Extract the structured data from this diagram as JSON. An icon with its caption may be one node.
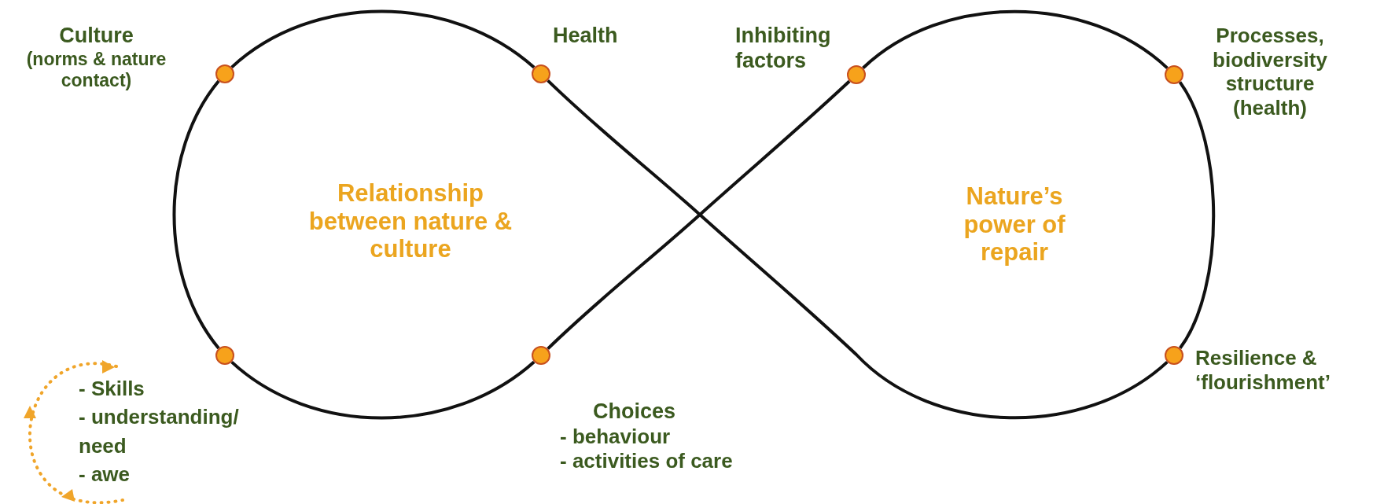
{
  "diagram": {
    "nodes": [
      {
        "text": [],
        "shape": "circle",
        "beside": [
          "Culture",
          "(norms & nature contact)"
        ]
      },
      {
        "text": [],
        "shape": "circle",
        "beside": [
          "Health"
        ]
      },
      {
        "text": [],
        "shape": "circle",
        "beside": [
          "Inhibiting factors"
        ]
      },
      {
        "text": [],
        "shape": "circle",
        "beside": [
          "Processes, biodiversity structure (health)"
        ]
      },
      {
        "text": [],
        "shape": "circle",
        "beside": [
          "- Skills",
          "- understanding/ need",
          "- awe"
        ]
      },
      {
        "text": [],
        "shape": "circle",
        "beside": [
          "Choices",
          "- behaviour",
          "- activities of care"
        ]
      },
      {
        "text": [],
        "shape": "circle",
        "beside": [
          "Resilience & ‘flourishment’"
        ]
      }
    ],
    "edges": [
      {
        "from": 0,
        "to": 1,
        "arrow": "none"
      },
      {
        "from": 1,
        "to": 6,
        "arrow": "none"
      },
      {
        "from": 6,
        "to": 3,
        "arrow": "none"
      },
      {
        "from": 3,
        "to": 2,
        "arrow": "none"
      },
      {
        "from": 2,
        "to": 5,
        "arrow": "none"
      },
      {
        "from": 5,
        "to": 4,
        "arrow": "none"
      },
      {
        "from": 4,
        "to": 0,
        "arrow": "none"
      }
    ],
    "labels": [
      "Relationship between nature & culture",
      "Nature’s power of repair"
    ]
  }
}
